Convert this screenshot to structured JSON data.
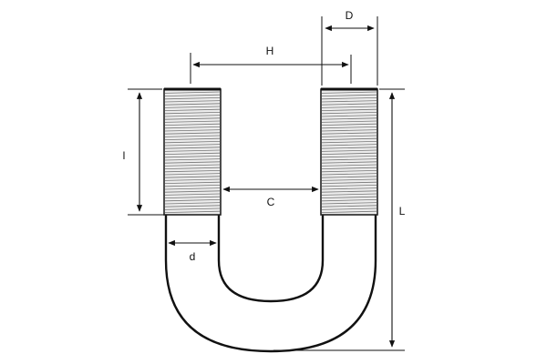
{
  "diagram": {
    "labels": {
      "D": "D",
      "H": "H",
      "l": "l",
      "C": "C",
      "d": "d",
      "L": "L"
    }
  }
}
